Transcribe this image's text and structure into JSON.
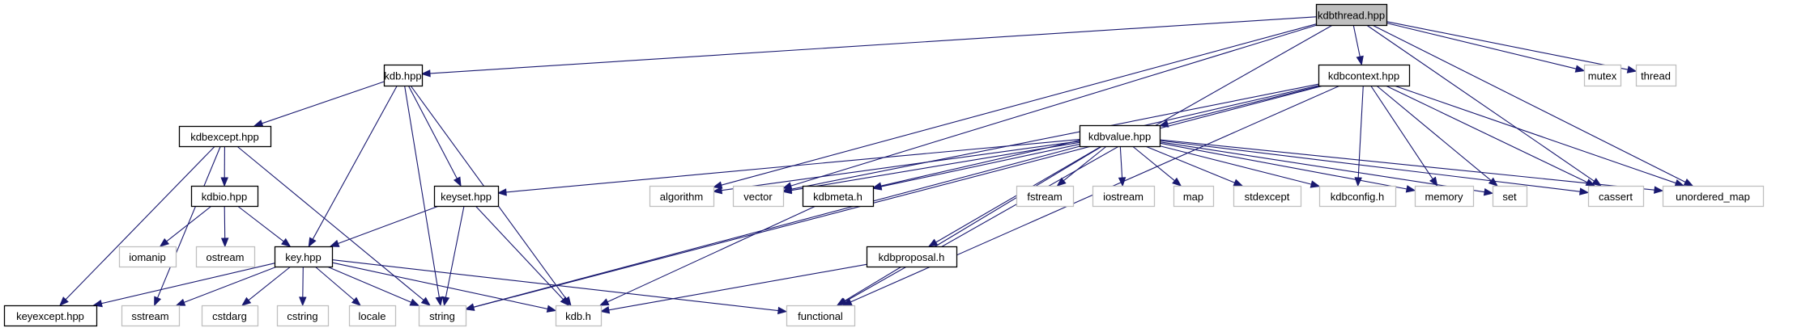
{
  "diagram": {
    "type": "include-dependency-graph",
    "root": "kdbthread.hpp",
    "colors": {
      "edge": "#191970",
      "root_fill": "#bfbfbf",
      "documented_border": "#000000",
      "external_border": "#bfbfbf"
    },
    "nodes": [
      {
        "id": "kdbthread",
        "label": "kdbthread.hpp",
        "kind": "root"
      },
      {
        "id": "kdb_hpp",
        "label": "kdb.hpp",
        "kind": "documented"
      },
      {
        "id": "kdbcontext",
        "label": "kdbcontext.hpp",
        "kind": "documented"
      },
      {
        "id": "mutex",
        "label": "mutex",
        "kind": "external"
      },
      {
        "id": "thread",
        "label": "thread",
        "kind": "external"
      },
      {
        "id": "kdbexcept",
        "label": "kdbexcept.hpp",
        "kind": "documented"
      },
      {
        "id": "kdbvalue",
        "label": "kdbvalue.hpp",
        "kind": "documented"
      },
      {
        "id": "kdbio",
        "label": "kdbio.hpp",
        "kind": "documented"
      },
      {
        "id": "keyset",
        "label": "keyset.hpp",
        "kind": "documented"
      },
      {
        "id": "algorithm",
        "label": "algorithm",
        "kind": "external"
      },
      {
        "id": "vector",
        "label": "vector",
        "kind": "external"
      },
      {
        "id": "kdbmeta",
        "label": "kdbmeta.h",
        "kind": "documented"
      },
      {
        "id": "fstream",
        "label": "fstream",
        "kind": "external"
      },
      {
        "id": "iostream",
        "label": "iostream",
        "kind": "external"
      },
      {
        "id": "map",
        "label": "map",
        "kind": "external"
      },
      {
        "id": "stdexcept",
        "label": "stdexcept",
        "kind": "external"
      },
      {
        "id": "kdbconfig",
        "label": "kdbconfig.h",
        "kind": "external"
      },
      {
        "id": "memory",
        "label": "memory",
        "kind": "external"
      },
      {
        "id": "set",
        "label": "set",
        "kind": "external"
      },
      {
        "id": "cassert",
        "label": "cassert",
        "kind": "external"
      },
      {
        "id": "unordered_map",
        "label": "unordered_map",
        "kind": "external"
      },
      {
        "id": "iomanip",
        "label": "iomanip",
        "kind": "external"
      },
      {
        "id": "ostream",
        "label": "ostream",
        "kind": "external"
      },
      {
        "id": "key_hpp",
        "label": "key.hpp",
        "kind": "documented"
      },
      {
        "id": "kdbproposal",
        "label": "kdbproposal.h",
        "kind": "documented"
      },
      {
        "id": "keyexcept",
        "label": "keyexcept.hpp",
        "kind": "documented"
      },
      {
        "id": "sstream",
        "label": "sstream",
        "kind": "external"
      },
      {
        "id": "cstdarg",
        "label": "cstdarg",
        "kind": "external"
      },
      {
        "id": "cstring",
        "label": "cstring",
        "kind": "external"
      },
      {
        "id": "locale",
        "label": "locale",
        "kind": "external"
      },
      {
        "id": "string",
        "label": "string",
        "kind": "external"
      },
      {
        "id": "kdb_h",
        "label": "kdb.h",
        "kind": "external"
      },
      {
        "id": "functional",
        "label": "functional",
        "kind": "external"
      }
    ],
    "edges": [
      [
        "kdbthread",
        "kdb_hpp"
      ],
      [
        "kdbthread",
        "kdbcontext"
      ],
      [
        "kdbthread",
        "mutex"
      ],
      [
        "kdbthread",
        "thread"
      ],
      [
        "kdbthread",
        "functional"
      ],
      [
        "kdbthread",
        "algorithm"
      ],
      [
        "kdbthread",
        "vector"
      ],
      [
        "kdbthread",
        "cassert"
      ],
      [
        "kdbthread",
        "unordered_map"
      ],
      [
        "kdb_hpp",
        "kdbexcept"
      ],
      [
        "kdb_hpp",
        "keyset"
      ],
      [
        "kdb_hpp",
        "key_hpp"
      ],
      [
        "kdb_hpp",
        "string"
      ],
      [
        "kdb_hpp",
        "kdb_h"
      ],
      [
        "kdbexcept",
        "kdbio"
      ],
      [
        "kdbexcept",
        "keyexcept"
      ],
      [
        "kdbexcept",
        "sstream"
      ],
      [
        "kdbexcept",
        "string"
      ],
      [
        "kdbio",
        "iomanip"
      ],
      [
        "kdbio",
        "ostream"
      ],
      [
        "kdbio",
        "key_hpp"
      ],
      [
        "keyset",
        "key_hpp"
      ],
      [
        "keyset",
        "string"
      ],
      [
        "keyset",
        "kdb_h"
      ],
      [
        "key_hpp",
        "keyexcept"
      ],
      [
        "key_hpp",
        "sstream"
      ],
      [
        "key_hpp",
        "cstdarg"
      ],
      [
        "key_hpp",
        "cstring"
      ],
      [
        "key_hpp",
        "locale"
      ],
      [
        "key_hpp",
        "string"
      ],
      [
        "key_hpp",
        "kdb_h"
      ],
      [
        "key_hpp",
        "functional"
      ],
      [
        "kdbcontext",
        "kdbvalue"
      ],
      [
        "kdbcontext",
        "kdbmeta"
      ],
      [
        "kdbcontext",
        "vector"
      ],
      [
        "kdbcontext",
        "string"
      ],
      [
        "kdbcontext",
        "kdbconfig"
      ],
      [
        "kdbcontext",
        "memory"
      ],
      [
        "kdbcontext",
        "set"
      ],
      [
        "kdbcontext",
        "cassert"
      ],
      [
        "kdbcontext",
        "unordered_map"
      ],
      [
        "kdbcontext",
        "functional"
      ],
      [
        "kdbvalue",
        "keyset"
      ],
      [
        "kdbvalue",
        "algorithm"
      ],
      [
        "kdbvalue",
        "vector"
      ],
      [
        "kdbvalue",
        "kdbmeta"
      ],
      [
        "kdbvalue",
        "kdbproposal"
      ],
      [
        "kdbvalue",
        "string"
      ],
      [
        "kdbvalue",
        "functional"
      ],
      [
        "kdbvalue",
        "fstream"
      ],
      [
        "kdbvalue",
        "iostream"
      ],
      [
        "kdbvalue",
        "map"
      ],
      [
        "kdbvalue",
        "stdexcept"
      ],
      [
        "kdbvalue",
        "kdbconfig"
      ],
      [
        "kdbvalue",
        "memory"
      ],
      [
        "kdbvalue",
        "set"
      ],
      [
        "kdbvalue",
        "cassert"
      ],
      [
        "kdbvalue",
        "unordered_map"
      ],
      [
        "kdbmeta",
        "kdb_h"
      ],
      [
        "kdbproposal",
        "kdb_h"
      ]
    ]
  }
}
